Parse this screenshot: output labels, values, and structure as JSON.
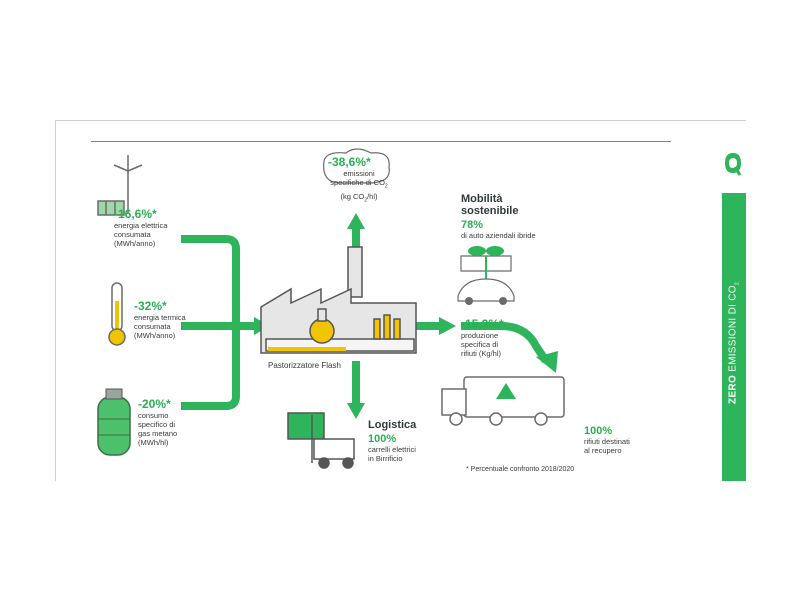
{
  "items": {
    "energy": {
      "pct": "-16,6%*",
      "desc1": "energia elettrica",
      "desc2": "consumata",
      "desc3": "(MWh/anno)"
    },
    "thermal": {
      "pct": "-32%*",
      "desc1": "energia termica",
      "desc2": "consumata",
      "desc3": "(MWh/anno)"
    },
    "gas": {
      "pct": "-20%*",
      "desc1": "consumo",
      "desc2": "specifico di",
      "desc3": "gas metano",
      "desc4": "(MWh/hl)"
    },
    "co2": {
      "pct": "-38,6%*",
      "desc1": "emissioni",
      "desc2": "specifiche di CO",
      "sub": "2",
      "desc3": "(kg CO",
      "sub2": "2",
      "desc3b": "/hl)"
    },
    "mobility": {
      "title1": "Mobilità",
      "title2": "sostenibile",
      "pct": "78%",
      "desc": "di auto aziendali ibride"
    },
    "waste_prod": {
      "pct": "-15,3%*",
      "desc1": "produzione",
      "desc2": "specifica di",
      "desc3": "rifiuti (Kg/hl)"
    },
    "recovery": {
      "pct": "100%",
      "desc1": "rifiuti destinati",
      "desc2": "al recupero"
    },
    "logistics": {
      "title": "Logistica",
      "pct": "100%",
      "desc1": "carrelli elettrici",
      "desc2": "in Birrificio"
    }
  },
  "factory_label": "Pastorizzatore Flash",
  "footnote": "* Percentuale confronto 2018/2020",
  "sidebar": {
    "bold": "ZERO",
    "text": " EMISSIONI DI CO",
    "sub": "2"
  },
  "colors": {
    "green": "#2eb45a",
    "dark": "#3a3a3a",
    "gray": "#9a9a9a",
    "yellow": "#f0c400"
  }
}
